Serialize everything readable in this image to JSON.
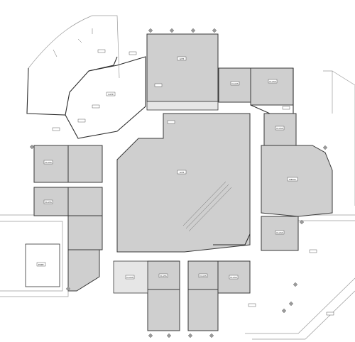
{
  "drawing": {
    "background": "#ffffff",
    "room_fill": "#cfcfcf",
    "line_color": "#2d2d2d",
    "site_line_color": "#9a9a9a"
  },
  "room_tags": {
    "gym_upper": "GYM",
    "gym_main": "GYM",
    "cafeteria": "CAFE",
    "media": "MEDIA",
    "north_a": "CLASS",
    "north_b": "CLASS",
    "east_a": "CLASS",
    "east_b": "CLASS",
    "west_a": "CLASS",
    "west_b": "CLASS",
    "south_a": "CLASS",
    "south_b": "CLASS",
    "south_c": "CLASS",
    "south_d": "CLASS",
    "portable": "PORT."
  }
}
